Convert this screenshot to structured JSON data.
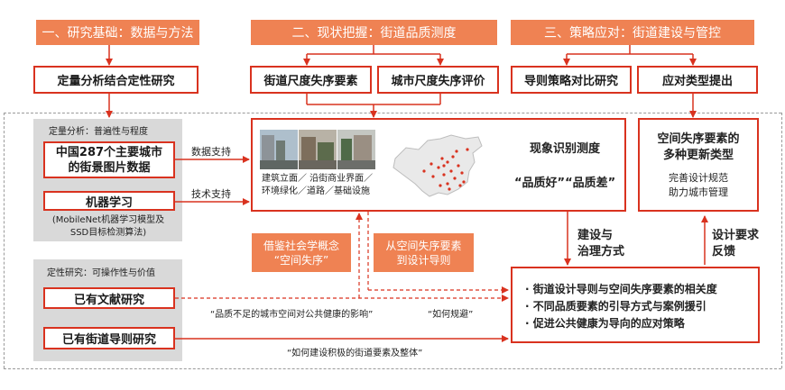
{
  "headers": {
    "h1": "一、研究基础：数据与方法",
    "h2": "二、现状把握：街道品质测度",
    "h3": "三、策略应对：街道建设与管控"
  },
  "row2": {
    "method": "定量分析结合定性研究",
    "street_elements": "街道尺度失序要素",
    "city_eval": "城市尺度失序评价",
    "guideline_compare": "导则策略对比研究",
    "response_types": "应对类型提出"
  },
  "quant": {
    "title": "定量分析：普遍性与程度",
    "data_box_line1": "中国287个主要城市",
    "data_box_line2": "的街景图片数据",
    "ml_box": "机器学习",
    "ml_note_line1": "(MobileNet机器学习模型及",
    "ml_note_line2": "SSD目标检测算法)",
    "data_support": "数据支持",
    "tech_support": "技术支持"
  },
  "qual": {
    "title": "定性研究：可操作性与价值",
    "lit_box": "已有文献研究",
    "guide_box": "已有街道导则研究",
    "quote1": "“品质不足的城市空间对公共健康的影响”",
    "quote2": "“如何规避”",
    "quote3": "“如何建设积极的街道要素及整体”"
  },
  "center": {
    "caption_line1": "建筑立面／ 沿街商业界面／",
    "caption_line2": "环境绿化／道路／基础设施",
    "recognition": "现象识别测度",
    "quality": "“品质好”“品质差”"
  },
  "orange_boxes": {
    "b1_line1": "借鉴社会学概念",
    "b1_line2": "“空间失序”",
    "b2_line1": "从空间失序要素",
    "b2_line2": "到设计导则"
  },
  "right": {
    "box_line1": "空间失序要素的",
    "box_line2": "多种更新类型",
    "box_line3": "完善设计规范",
    "box_line4": "助力城市管理",
    "build_line1": "建设与",
    "build_line2": "治理方式",
    "feedback_line1": "设计要求",
    "feedback_line2": "反馈"
  },
  "bottom_box": {
    "items": [
      "· 街道设计导则与空间失序要素的相关度",
      "· 不同品质要素的引导方式与案例援引",
      "· 促进公共健康为导向的应对策略"
    ]
  },
  "colors": {
    "header_orange": "#ef8253",
    "border_red": "#d9321f",
    "grey_panel": "#d9d9d9"
  }
}
